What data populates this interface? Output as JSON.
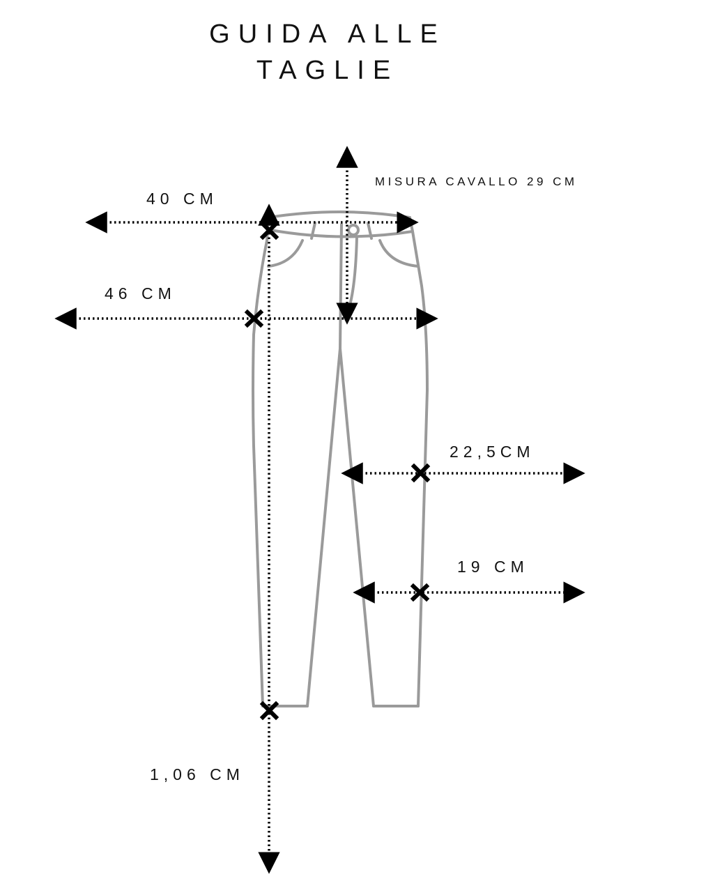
{
  "title": {
    "line1": "GUIDA ALLE",
    "line2": "TAGLIE"
  },
  "measurements": {
    "crotch": "MISURA CAVALLO 29 CM",
    "waist": "40 CM",
    "hip": "46 CM",
    "knee": "22,5CM",
    "hem": "19 CM",
    "length": "1,06 CM"
  },
  "colors": {
    "outline": "#9a9a9a",
    "ink": "#000000"
  }
}
